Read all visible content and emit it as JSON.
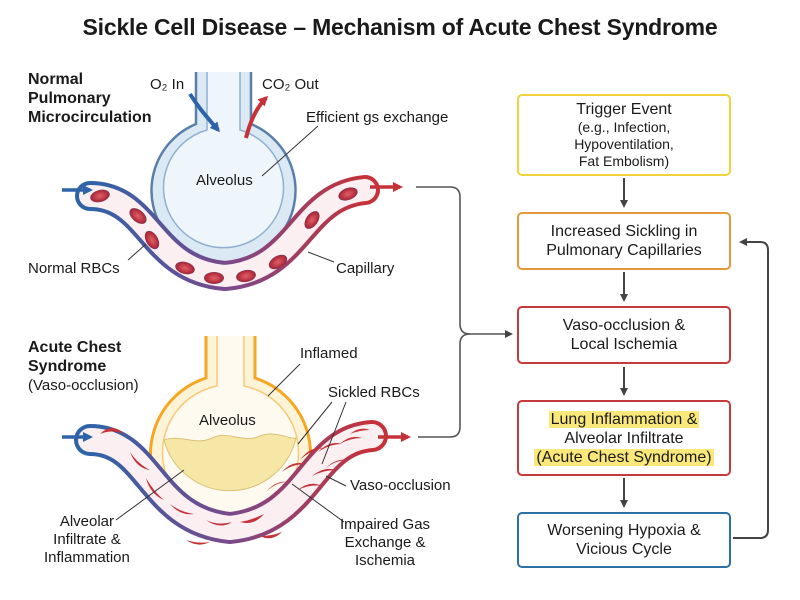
{
  "title": "Sickle Cell Disease – Mechanism of Acute Chest Syndrome",
  "colors": {
    "trigger_border": "#f0d33a",
    "sickling_border": "#e59a3a",
    "vaso_border": "#c53a3a",
    "inflammation_border": "#c53a3a",
    "hypoxia_border": "#2f6fa8",
    "highlight": "#fbe87a",
    "vessel_blue": "#2f63a8",
    "vessel_red": "#c5323a",
    "alveolus_normal": "#dbe9f5",
    "alveolus_inflamed": "#f5a623",
    "infiltrate": "#f7e7a6"
  },
  "normal": {
    "heading": [
      "Normal",
      "Pulmonary",
      "Microcirculation"
    ],
    "o2_label": "O₂ In",
    "co2_label": "CO₂ Out",
    "gas_exchange_label": "Efficient gs exchange",
    "alveolus_label": "Alveolus",
    "rbc_label": "Normal RBCs",
    "capillary_label": "Capillary"
  },
  "acs": {
    "heading": [
      "Acute Chest",
      "Syndrome"
    ],
    "subheading": "(Vaso-occlusion)",
    "inflamed_label": "Inflamed",
    "alveolus_label": "Alveolus",
    "sickled_label": "Sickled RBCs",
    "vaso_label": "Vaso-occlusion",
    "infiltrate_label": [
      "Alveolar",
      "Infiltrate &",
      "Inflammation"
    ],
    "impaired_label": [
      "Impaired Gas",
      "Exchange &",
      "Ischemia"
    ]
  },
  "flow": {
    "trigger": {
      "title": "Trigger Event",
      "details": [
        "(e.g., Infection,",
        "Hypoventilation,",
        "Fat Embolism)"
      ]
    },
    "sickling": [
      "Increased Sickling in",
      "Pulmonary Capillaries"
    ],
    "vaso": [
      "Vaso-occlusion &",
      "Local Ischemia"
    ],
    "inflammation": [
      "Lung Inflammation &",
      "Alveolar Infiltrate",
      "(Acute Chest Syndrome)"
    ],
    "hypoxia": [
      "Worsening Hypoxia &",
      "Vicious Cycle"
    ]
  }
}
